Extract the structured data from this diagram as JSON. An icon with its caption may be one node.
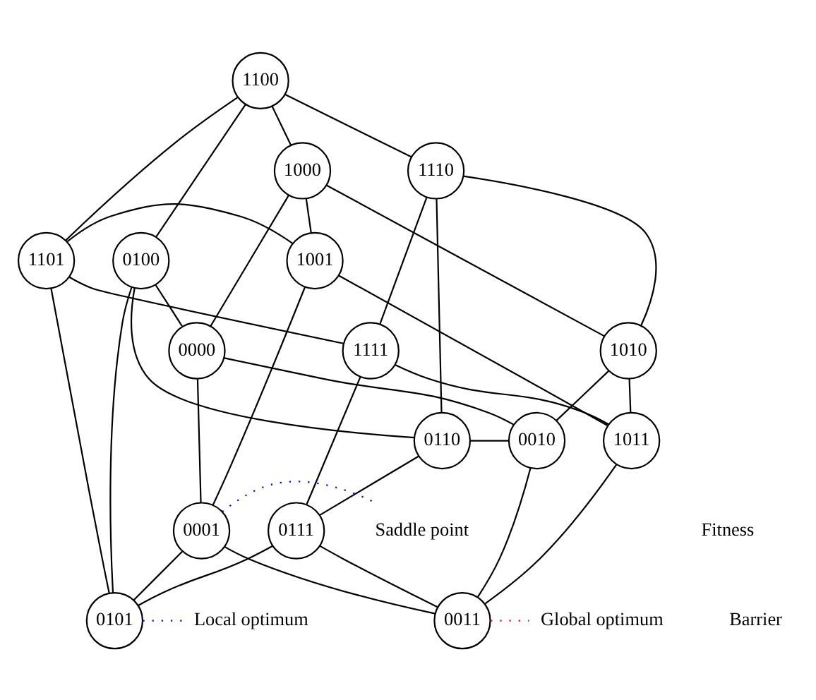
{
  "diagram": {
    "nodes": [
      {
        "text": [
          "1100"
        ]
      },
      {
        "text": [
          "1110"
        ]
      },
      {
        "text": [
          "1000"
        ]
      },
      {
        "text": [
          "1010"
        ]
      },
      {
        "text": [
          "1101"
        ]
      },
      {
        "text": [
          "1001"
        ]
      },
      {
        "text": [
          "0100"
        ]
      },
      {
        "text": [
          "1111"
        ]
      },
      {
        "text": [
          "0000"
        ]
      },
      {
        "text": [
          "1011"
        ]
      },
      {
        "text": [
          "0110"
        ]
      },
      {
        "text": [
          "0010"
        ]
      },
      {
        "text": [
          "0111"
        ]
      },
      {
        "text": [
          "0001"
        ]
      },
      {
        "text": [
          "0101"
        ]
      },
      {
        "text": [
          "0011"
        ]
      },
      {
        "text": [
          "Saddle point"
        ]
      },
      {
        "text": [
          "Local optimum"
        ]
      },
      {
        "text": [
          "Global optimum"
        ]
      }
    ],
    "edges": [
      {
        "from": 0,
        "to": 1,
        "arrow": "none"
      },
      {
        "from": 0,
        "to": 2,
        "arrow": "none"
      },
      {
        "from": 0,
        "to": 4,
        "arrow": "none"
      },
      {
        "from": 0,
        "to": 6,
        "arrow": "none"
      },
      {
        "from": 1,
        "to": 3,
        "arrow": "none"
      },
      {
        "from": 1,
        "to": 7,
        "arrow": "none"
      },
      {
        "from": 1,
        "to": 10,
        "arrow": "none"
      },
      {
        "from": 2,
        "to": 3,
        "arrow": "none"
      },
      {
        "from": 2,
        "to": 5,
        "arrow": "none"
      },
      {
        "from": 2,
        "to": 8,
        "arrow": "none"
      },
      {
        "from": 3,
        "to": 9,
        "arrow": "none"
      },
      {
        "from": 3,
        "to": 11,
        "arrow": "none"
      },
      {
        "from": 4,
        "to": 5,
        "arrow": "none"
      },
      {
        "from": 4,
        "to": 7,
        "arrow": "none"
      },
      {
        "from": 4,
        "to": 14,
        "arrow": "none"
      },
      {
        "from": 5,
        "to": 9,
        "arrow": "none"
      },
      {
        "from": 5,
        "to": 13,
        "arrow": "none"
      },
      {
        "from": 6,
        "to": 8,
        "arrow": "none"
      },
      {
        "from": 6,
        "to": 10,
        "arrow": "none"
      },
      {
        "from": 6,
        "to": 14,
        "arrow": "none"
      },
      {
        "from": 7,
        "to": 9,
        "arrow": "none"
      },
      {
        "from": 7,
        "to": 12,
        "arrow": "none"
      },
      {
        "from": 8,
        "to": 11,
        "arrow": "none"
      },
      {
        "from": 8,
        "to": 13,
        "arrow": "none"
      },
      {
        "from": 9,
        "to": 15,
        "arrow": "none"
      },
      {
        "from": 10,
        "to": 11,
        "arrow": "none"
      },
      {
        "from": 10,
        "to": 12,
        "arrow": "none"
      },
      {
        "from": 11,
        "to": 15,
        "arrow": "none"
      },
      {
        "from": 12,
        "to": 14,
        "arrow": "none"
      },
      {
        "from": 12,
        "to": 15,
        "arrow": "none"
      },
      {
        "from": 13,
        "to": 14,
        "arrow": "none"
      },
      {
        "from": 13,
        "to": 15,
        "arrow": "none"
      },
      {
        "from": 13,
        "to": 16,
        "arrow": "none",
        "style": "dashed",
        "color": "#0000ff"
      },
      {
        "from": 14,
        "to": 17,
        "arrow": "none",
        "style": "dashed",
        "color": "#0000ff"
      },
      {
        "from": 15,
        "to": 18,
        "arrow": "none",
        "style": "dashed",
        "color": "#ff0000"
      }
    ],
    "labels": [
      "Fitness",
      "Barrier"
    ]
  }
}
